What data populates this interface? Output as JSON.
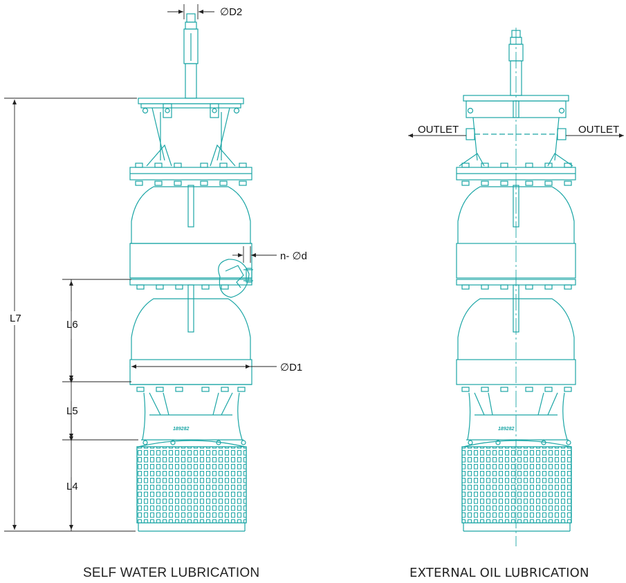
{
  "labels": {
    "d2": "∅D2",
    "d1": "∅D1",
    "nd": "n- ∅d",
    "l7": "L7",
    "l6": "L6",
    "l5": "L5",
    "l4": "L4",
    "outlet_left": "OUTLET",
    "outlet_right": "OUTLET",
    "serial_left": "189282",
    "serial_right": "189282"
  },
  "captions": {
    "left": "SELF WATER LUBRICATION",
    "right": "EXTERNAL OIL LUBRICATION"
  },
  "colors": {
    "pump_line": "#1aa5a5",
    "dimension_line": "#222222"
  }
}
